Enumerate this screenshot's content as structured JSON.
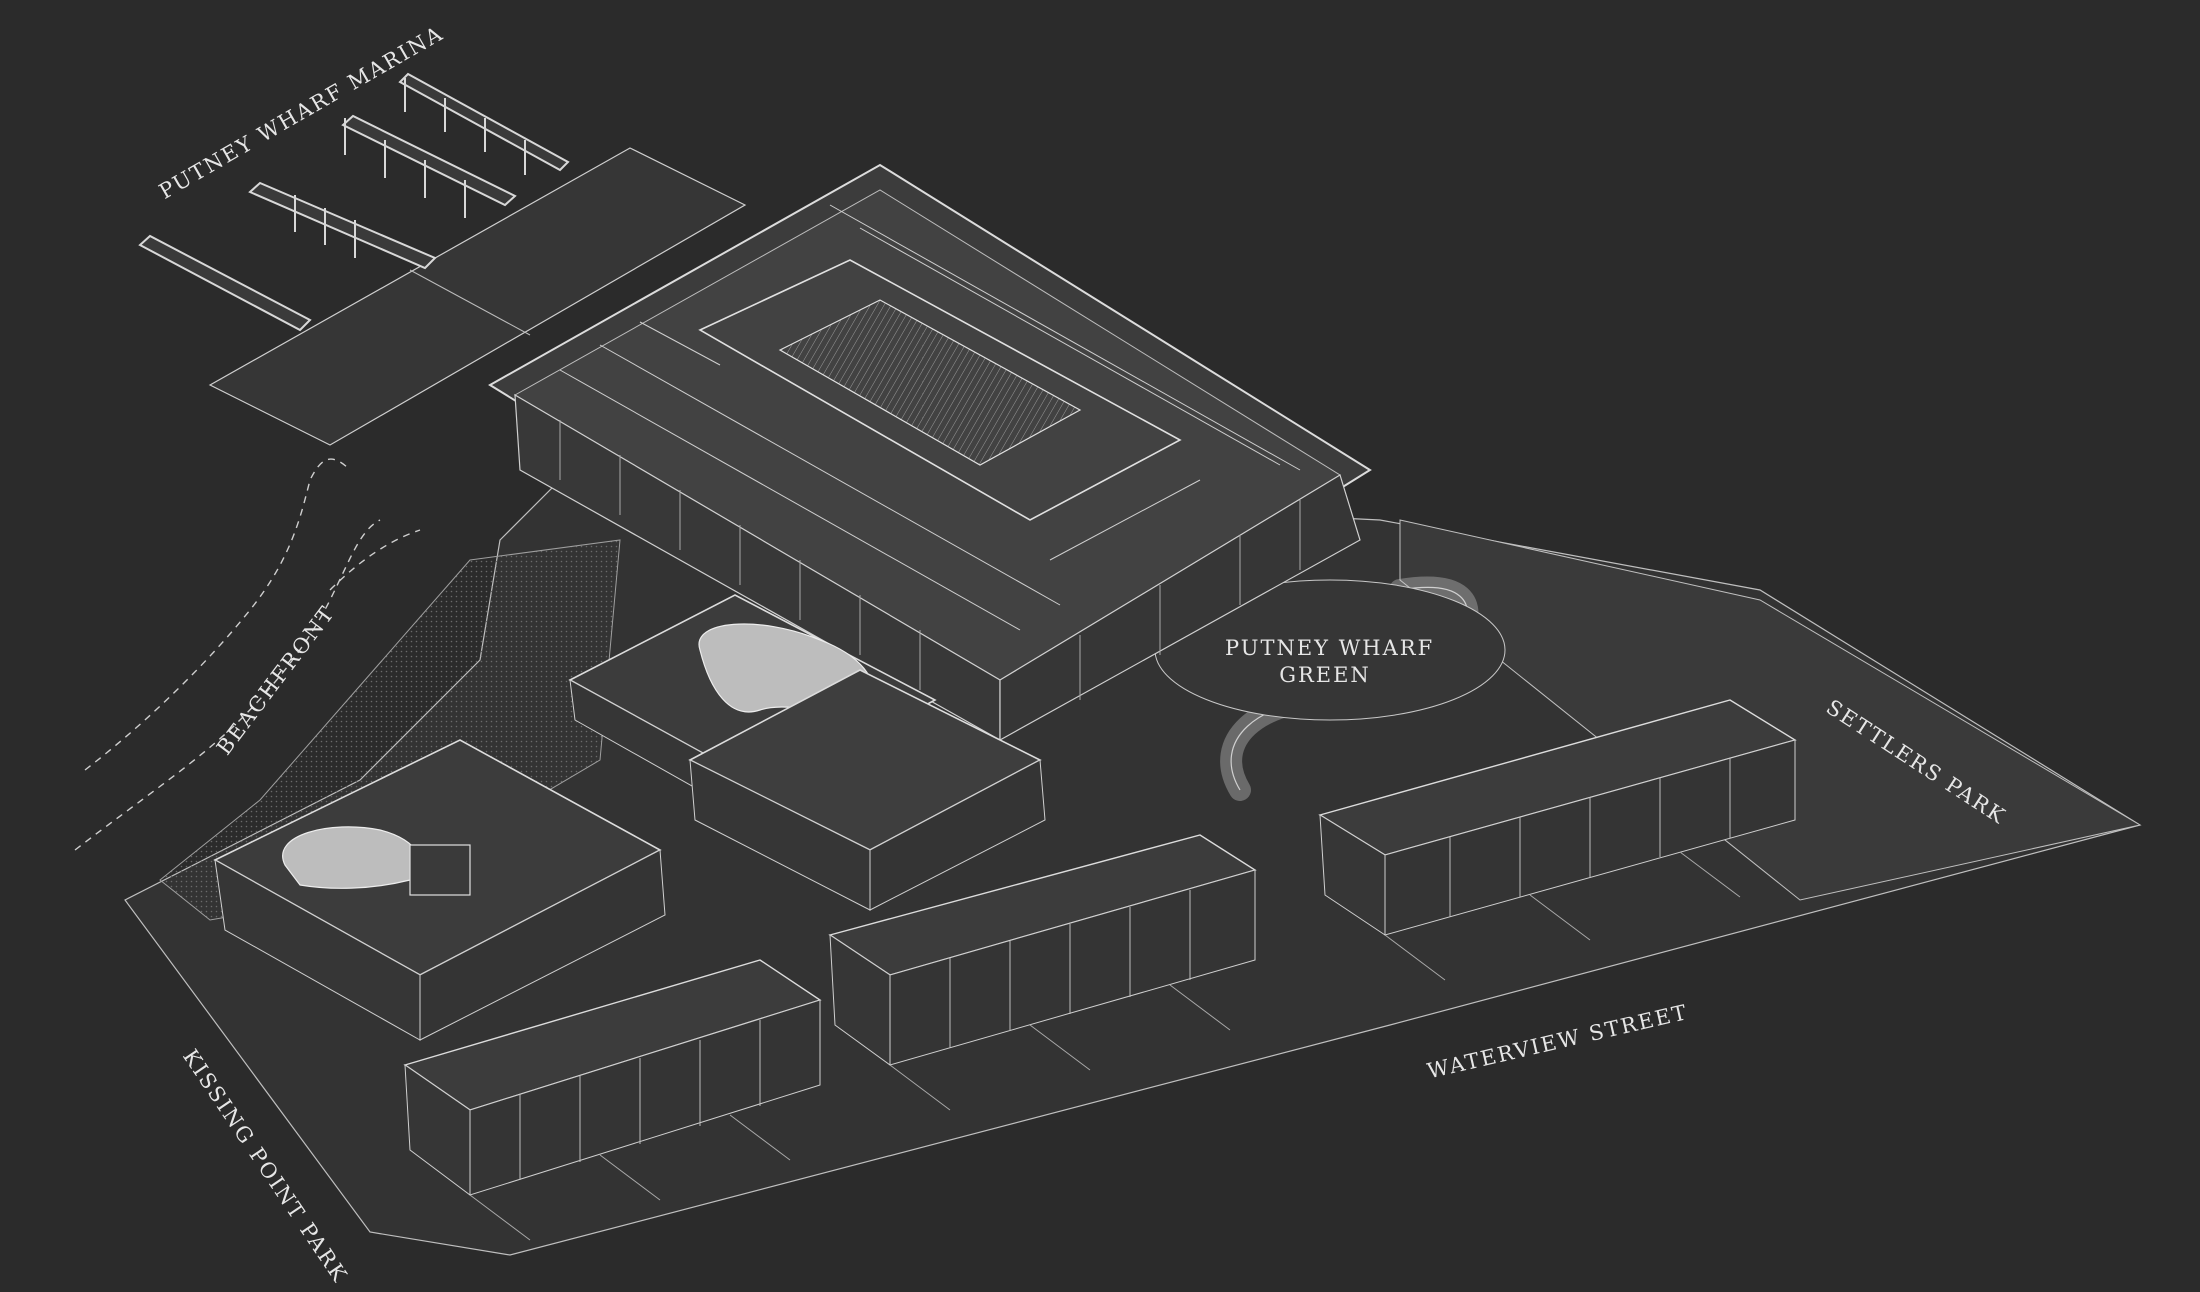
{
  "labels": {
    "marina": "PUTNEY WHARF MARINA",
    "beachfront": "BEACHFRONT",
    "green_line1": "PUTNEY WHARF",
    "green_line2": "GREEN",
    "settlers": "SETTLERS PARK",
    "waterview": "WATERVIEW STREET",
    "kissing": "KISSING POINT PARK"
  },
  "colors": {
    "background": "#2b2b2b",
    "ground": "#3a3a3a",
    "roof": "#464646",
    "line": "#d8d8d8",
    "label": "#e6e6e6"
  }
}
